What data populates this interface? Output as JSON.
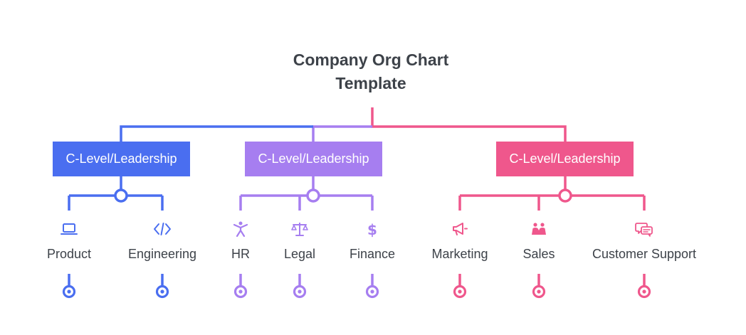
{
  "title_lines": [
    "Company Org Chart",
    "Template"
  ],
  "colors": {
    "blue": "#4a6ef0",
    "purple": "#a67ef0",
    "pink": "#ef578c",
    "text": "#3d4249"
  },
  "groups": [
    {
      "leader": "C-Level/Leadership",
      "color": "blue",
      "departments": [
        {
          "label": "Product",
          "icon": "laptop-icon"
        },
        {
          "label": "Engineering",
          "icon": "code-icon"
        }
      ]
    },
    {
      "leader": "C-Level/Leadership",
      "color": "purple",
      "departments": [
        {
          "label": "HR",
          "icon": "person-icon"
        },
        {
          "label": "Legal",
          "icon": "scales-icon"
        },
        {
          "label": "Finance",
          "icon": "dollar-icon"
        }
      ]
    },
    {
      "leader": "C-Level/Leadership",
      "color": "pink",
      "departments": [
        {
          "label": "Marketing",
          "icon": "megaphone-icon"
        },
        {
          "label": "Sales",
          "icon": "people-icon"
        },
        {
          "label": "Customer Support",
          "icon": "chat-icon"
        }
      ]
    }
  ]
}
